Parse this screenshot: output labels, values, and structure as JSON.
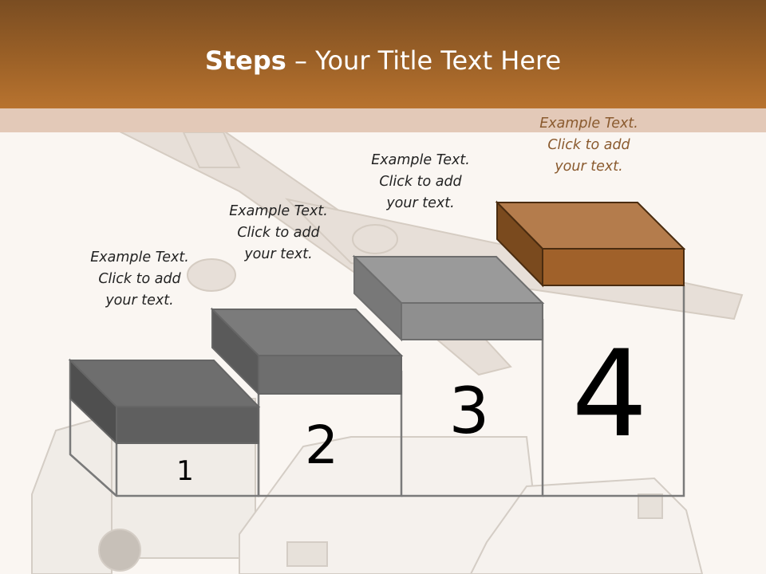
{
  "slide": {
    "title_bold": "Steps",
    "title_rest": " – Your Title Text Here"
  },
  "steps": [
    {
      "number": "1",
      "caption": [
        "Example Text.",
        "Click  to add",
        "your text."
      ]
    },
    {
      "number": "2",
      "caption": [
        "Example Text.",
        "Click  to add",
        "your text."
      ]
    },
    {
      "number": "3",
      "caption": [
        "Example Text.",
        "Click  to add",
        "your text."
      ]
    },
    {
      "number": "4",
      "caption": [
        "Example Text.",
        "Click  to add",
        "your text."
      ]
    }
  ],
  "colors": {
    "header": "#9c6127",
    "block_gray": "#8a8a8a",
    "block_accent": "#a0612a",
    "caption_accent": "#8a5a2e"
  },
  "icons": [
    "airplane-illustration",
    "truck-illustration",
    "van-illustration",
    "car-illustration"
  ]
}
